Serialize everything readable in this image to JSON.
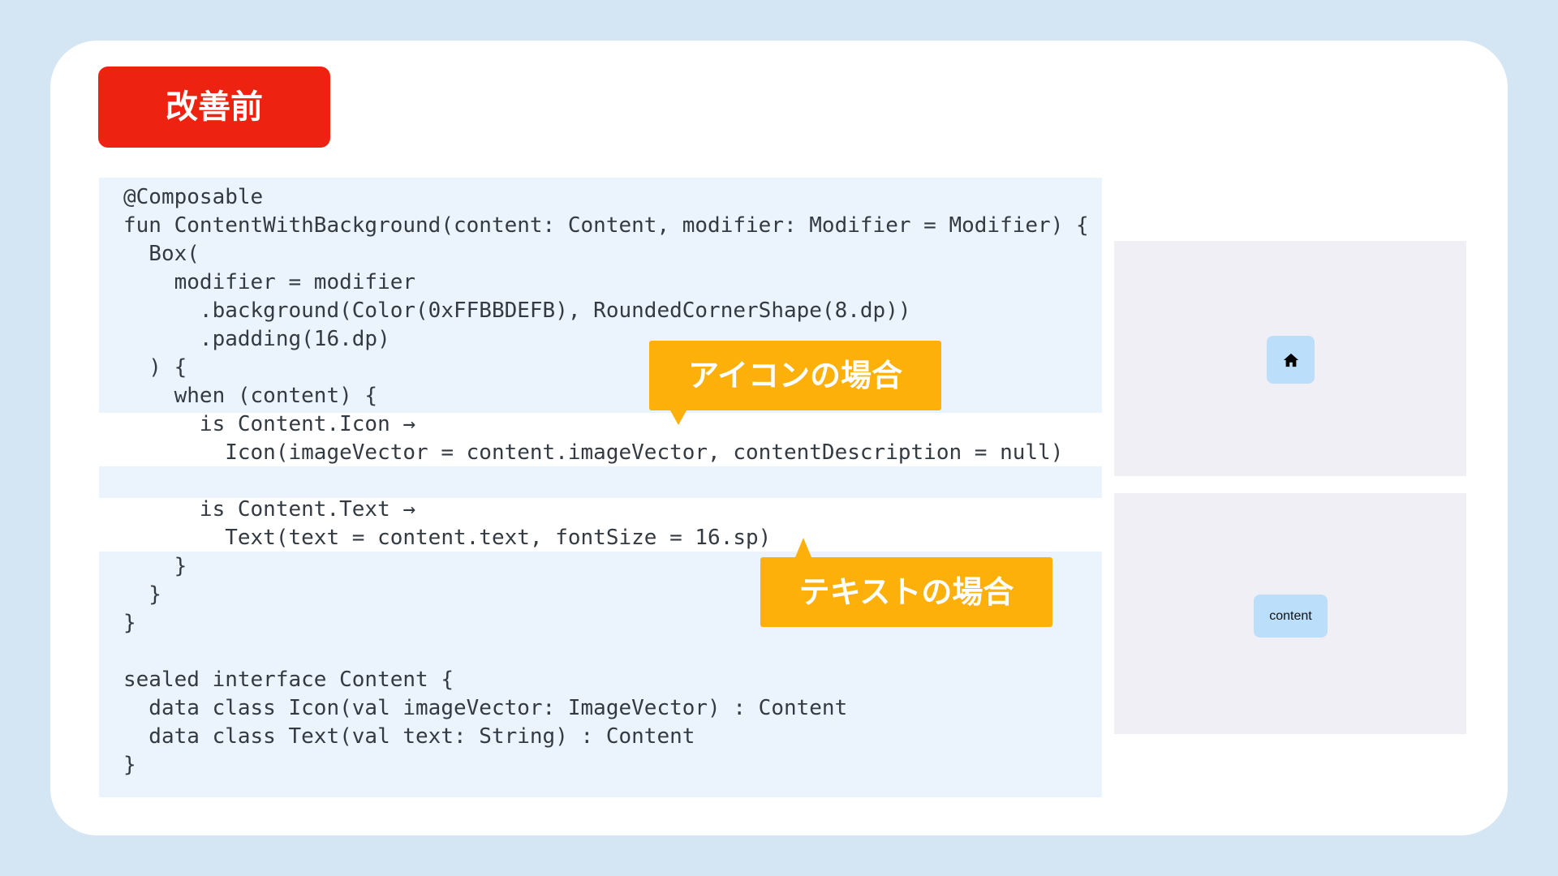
{
  "slide": {
    "badge_label": "改善前",
    "colors": {
      "badge": "#ee2210",
      "callout": "#fdb00a",
      "code_background": "#ebf4fd",
      "preview_background": "#efeff5",
      "chip_background": "#bbdefb"
    }
  },
  "code": {
    "lines": [
      "@Composable",
      "fun ContentWithBackground(content: Content, modifier: Modifier = Modifier) {",
      "  Box(",
      "    modifier = modifier",
      "      .background(Color(0xFFBBDEFB), RoundedCornerShape(8.dp))",
      "      .padding(16.dp)",
      "  ) {",
      "    when (content) {",
      "      is Content.Icon →",
      "        Icon(imageVector = content.imageVector, contentDescription = null)",
      "",
      "      is Content.Text →",
      "        Text(text = content.text, fontSize = 16.sp)",
      "    }",
      "  }",
      "}",
      "",
      "sealed interface Content {",
      "  data class Icon(val imageVector: ImageVector) : Content",
      "  data class Text(val text: String) : Content",
      "}"
    ]
  },
  "callouts": {
    "icon_case": "アイコンの場合",
    "text_case": "テキストの場合"
  },
  "previews": {
    "icon_preview": {
      "icon": "home-icon"
    },
    "text_preview": {
      "label": "content"
    }
  }
}
